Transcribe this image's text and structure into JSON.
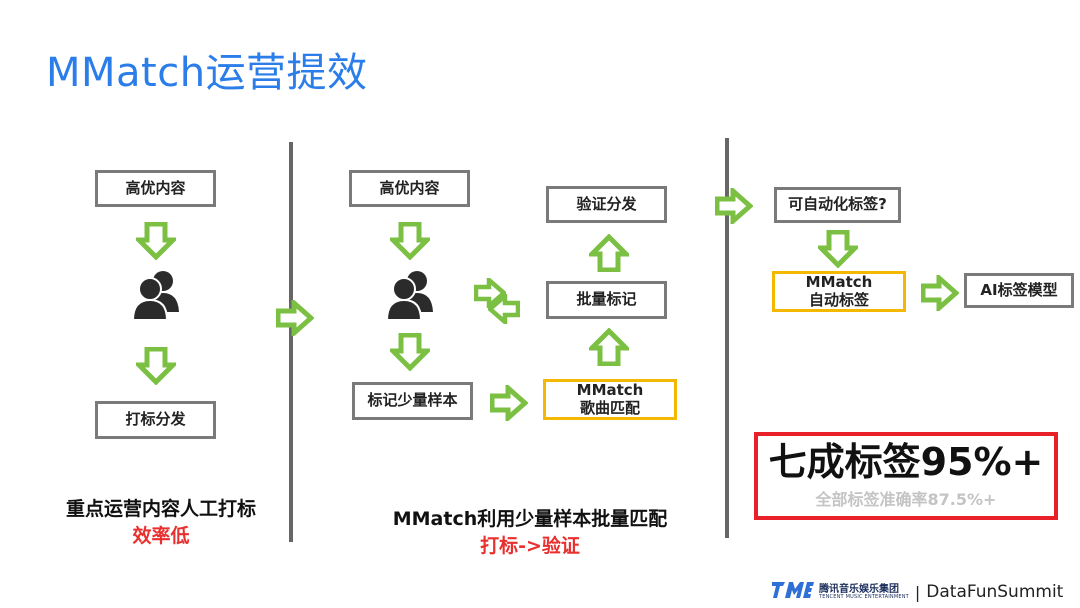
{
  "title": "MMatch运营提效",
  "col1": {
    "box_top": "高优内容",
    "box_bottom": "打标分发",
    "caption_main": "重点运营内容人工打标",
    "caption_red": "效率低"
  },
  "col2": {
    "box_top": "高优内容",
    "box_sample": "标记少量样本",
    "box_mmatch_line1": "MMatch",
    "box_mmatch_line2": "歌曲匹配",
    "box_batch": "批量标记",
    "box_verify": "验证分发",
    "caption_main": "MMatch利用少量样本批量匹配",
    "caption_red": "打标->验证"
  },
  "col3": {
    "box_question": "可自动化标签?",
    "box_auto_line1": "MMatch",
    "box_auto_line2": "自动标签",
    "box_ai": "AI标签模型"
  },
  "result": {
    "main": "七成标签95%+",
    "sub": "全部标签准确率87.5%+"
  },
  "footer": {
    "logo_cn": "腾讯音乐娱乐集团",
    "logo_en": "TENCENT MUSIC ENTERTAINMENT",
    "separator": "|",
    "brand": "DataFunSummit"
  },
  "colors": {
    "title": "#2b7de9",
    "arrow": "#7bc043",
    "box_border": "#7a7a7a",
    "highlight_border": "#f5b800",
    "result_border": "#e8202a",
    "emphasis_text": "#e8302f"
  },
  "icons": [
    "people-icon",
    "arrow-down-icon",
    "arrow-up-icon",
    "arrow-right-icon",
    "arrow-left-icon"
  ]
}
